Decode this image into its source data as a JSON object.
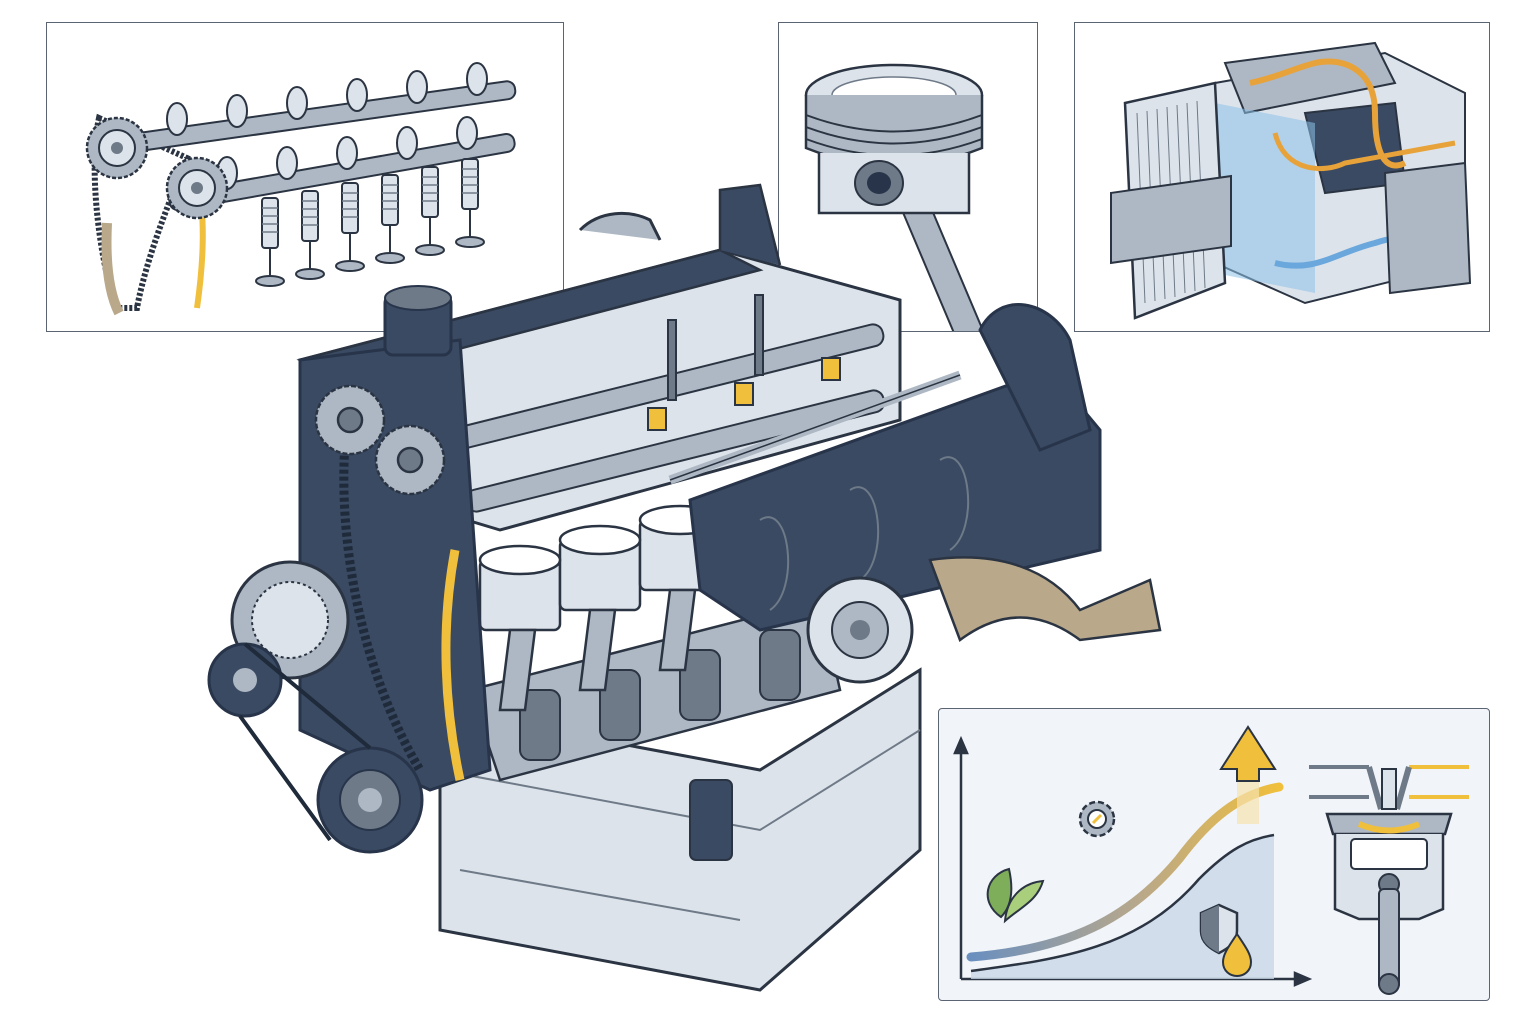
{
  "figure": {
    "main_illustration": "engine-cutaway",
    "insets": [
      "valvetrain-detail",
      "piston-detail",
      "cooling-system-detail",
      "performance-graph"
    ]
  },
  "colors": {
    "outline": "#2b3442",
    "metal_light": "#dde3ea",
    "metal_mid": "#aeb8c4",
    "metal_dark": "#6e7a88",
    "navy": "#3a4a63",
    "navy_dark": "#27344a",
    "accent_yellow": "#f0bf3c",
    "accent_orange": "#e8a23a",
    "coolant_blue": "#8cc1e8",
    "leaf_green": "#7fae5a",
    "bronze": "#b9a88a"
  },
  "icons": {
    "leaf": "leaf-icon",
    "gear": "gear-icon",
    "shield": "shield-icon",
    "oil_drop": "oil-drop-icon",
    "arrow_up": "up-arrow-icon"
  }
}
